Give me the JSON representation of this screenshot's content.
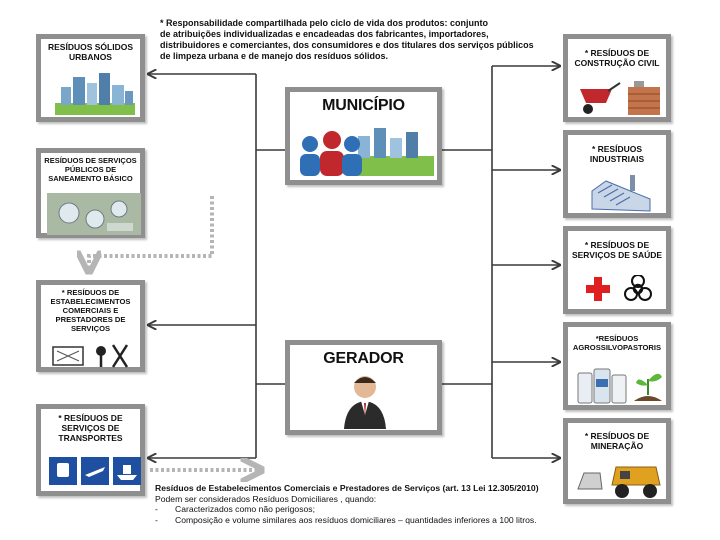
{
  "note": {
    "lines": [
      "* Responsabilidade  compartilhada  pelo  ciclo  de  vida  dos  produtos:  conjunto",
      "de   atribuições individualizadas e encadeadas dos  fabricantes,   importadores,",
      "distribuidores e comerciantes,  dos consumidores e dos titulares dos serviços públicos",
      "de limpeza urbana e de manejo dos resíduos sólidos."
    ]
  },
  "left_boxes": [
    {
      "label": "RESÍDUOS SÓLIDOS URBANOS"
    },
    {
      "label": "RESÍDUOS DE SERVIÇOS PÚBLICOS DE SANEAMENTO BÁSICO"
    },
    {
      "label": "* RESÍDUOS DE ESTABELECIMENTOS COMERCIAIS E PRESTADORES DE SERVIÇOS"
    },
    {
      "label": "* RESÍDUOS DE SERVIÇOS DE TRANSPORTES"
    }
  ],
  "right_boxes": [
    {
      "label": "* RESÍDUOS DE CONSTRUÇÃO CIVIL"
    },
    {
      "label": "* RESÍDUOS INDUSTRIAIS"
    },
    {
      "label": "* RESÍDUOS DE SERVIÇOS DE SAÚDE"
    },
    {
      "label": "*RESÍDUOS AGROSSILVOPASTORIS"
    },
    {
      "label": "* RESÍDUOS DE MINERAÇÃO"
    }
  ],
  "center": {
    "municipio": "MUNICÍPIO",
    "gerador": "GERADOR"
  },
  "legal": {
    "title": "Resíduos de Estabelecimentos Comerciais e Prestadores de Serviços  (art. 13 Lei 12.305/2010)",
    "subtitle": "Podem ser considerados Resíduos Domiciliares , quando:",
    "items": [
      "Caracterizados como não perigosos;",
      "Composição e volume similares aos resíduos domiciliares – quantidades inferiores a 100 litros."
    ],
    "bullet": "-"
  },
  "colors": {
    "box_border": "#8f8f8f",
    "line": "#3a3a3a",
    "dotted": "#b5b5b5",
    "red_cross": "#e02020"
  }
}
